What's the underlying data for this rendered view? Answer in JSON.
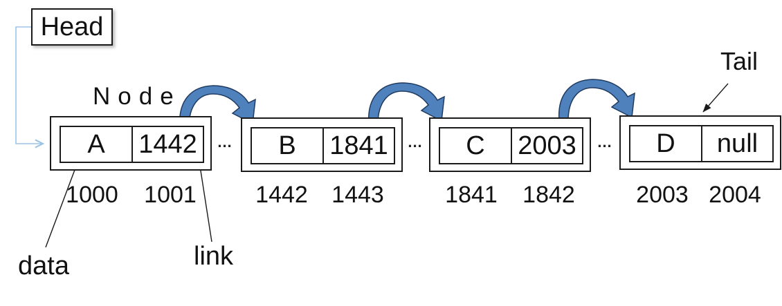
{
  "labels": {
    "head": "Head",
    "node": "Node",
    "tail": "Tail",
    "data": "data",
    "link": "link"
  },
  "ellipsis": "...",
  "nodes": [
    {
      "data": "A",
      "link": "1442",
      "address_data": "1000",
      "address_link": "1001"
    },
    {
      "data": "B",
      "link": "1841",
      "address_data": "1442",
      "address_link": "1443"
    },
    {
      "data": "C",
      "link": "2003",
      "address_data": "1841",
      "address_link": "1842"
    },
    {
      "data": "D",
      "link": "null",
      "address_data": "2003",
      "address_link": "2004"
    }
  ],
  "colors": {
    "next_arrow_fill": "#4f81bd",
    "next_arrow_outline": "#1f3a5f",
    "head_pointer": "#9dc3e6",
    "box_border": "#1a1a1a"
  }
}
